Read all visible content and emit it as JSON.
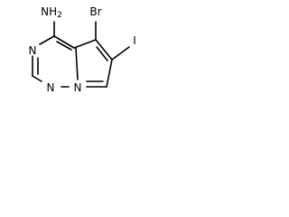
{
  "molecule": {
    "atoms": {
      "amine": "NH",
      "amine_sub": "2",
      "bromine": "Br",
      "iodine": "I",
      "n3": "N",
      "n1": "N",
      "n2": "N",
      "n_bridge": "N"
    }
  }
}
